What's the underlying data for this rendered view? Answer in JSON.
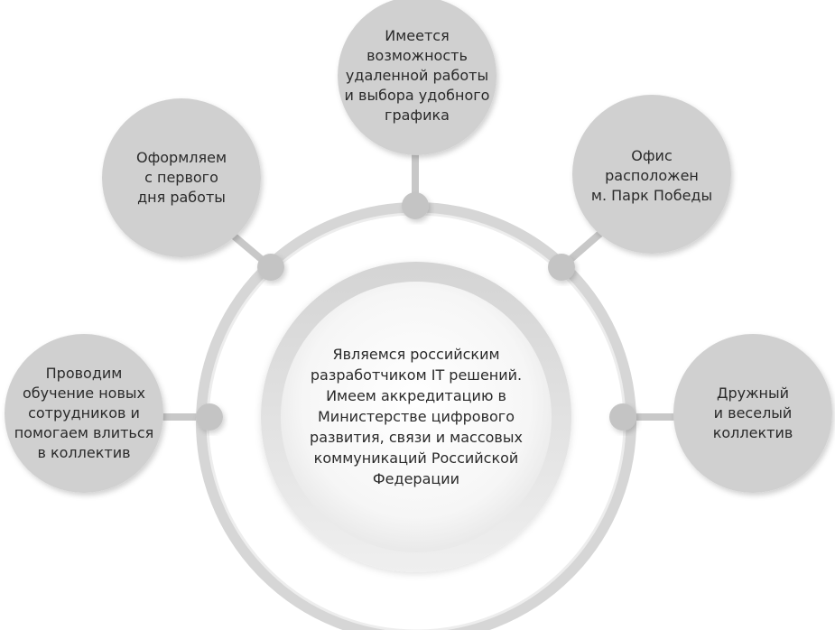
{
  "center": {
    "text": "Являемся российским\nразработчиком IT решений.\nИмеем аккредитацию в\nМинистерстве цифрового\nразвития, связи и массовых\nкоммуникаций Российской\nФедерации"
  },
  "satellites": {
    "top": "Имеется\nвозможность\nудаленной работы\nи выбора удобного\nграфика",
    "upper_left": "Оформляем\nс первого\nдня работы",
    "upper_right": "Офис\nрасположен\nм. Парк Победы",
    "left": "Проводим\nобучение новых\nсотрудников и\nпомогаем влиться\nв коллектив",
    "right": "Дружный\nи веселый\nколлектив"
  },
  "colors": {
    "satellite_fill": "#d0d0d0",
    "ring": "#d6d6d6",
    "connector": "#c8c8c8",
    "node": "#c4c4c4",
    "center_fill": "#f2f2f2",
    "text": "#2a2a2a"
  }
}
